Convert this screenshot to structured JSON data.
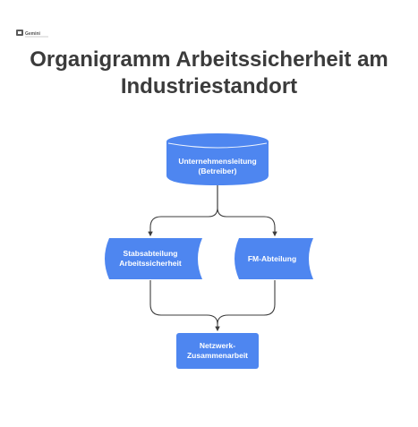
{
  "header": {
    "logo_text": "Gemini",
    "title_line1": "Organigramm Arbeitssicherheit am",
    "title_line2": "Industriestandort"
  },
  "nodes": {
    "management": {
      "line1": "Unternehmensleitung",
      "line2": "(Betreiber)"
    },
    "safety_staff": {
      "line1": "Stabsabteilung",
      "line2": "Arbeitssicherheit"
    },
    "fm": {
      "line1": "FM-Abteilung"
    },
    "network": {
      "line1": "Netzwerk-",
      "line2": "Zusammenarbeit"
    }
  },
  "colors": {
    "node_fill": "#4e86f0",
    "node_top": "#7aa6f5",
    "connector": "#3c3c3c",
    "title": "#3b3b3b"
  }
}
